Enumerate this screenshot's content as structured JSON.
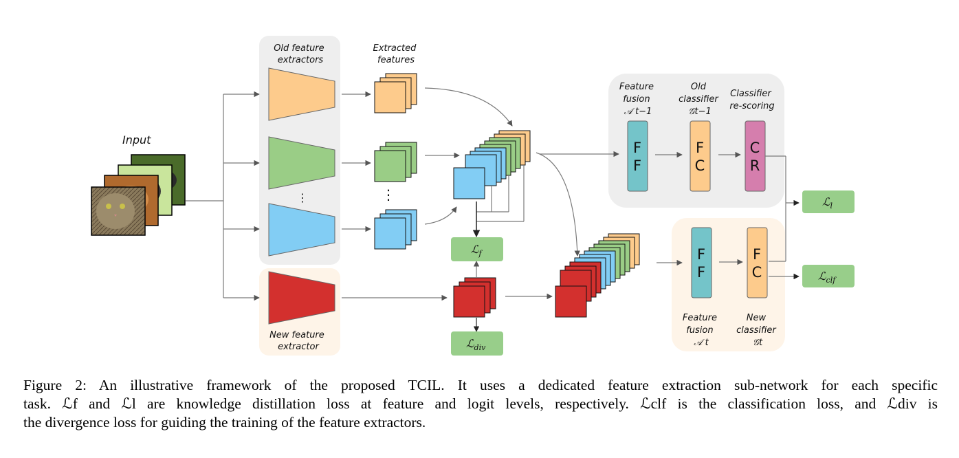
{
  "diagram": {
    "input_label": "Input",
    "old_extractors_label": [
      "Old feature",
      "extractors"
    ],
    "extracted_features_label": [
      "Extracted",
      "features"
    ],
    "new_extractor_label": [
      "New feature",
      "extractor"
    ],
    "ellipsis": "⋮",
    "old_branch": {
      "ff_label": [
        "Feature",
        "fusion",
        "𝒜 t−1"
      ],
      "fc_label": [
        "Old",
        "classifier",
        "𝒢t−1"
      ],
      "cr_label": [
        "Classifier",
        "re-scoring"
      ],
      "ff_block": [
        "F",
        "F"
      ],
      "fc_block": [
        "F",
        "C"
      ],
      "cr_block": [
        "C",
        "R"
      ]
    },
    "new_branch": {
      "ff_label": [
        "Feature",
        "fusion",
        "𝒜 t"
      ],
      "fc_label": [
        "New",
        "classifier",
        "𝒢t"
      ],
      "ff_block": [
        "F",
        "F"
      ],
      "fc_block": [
        "F",
        "C"
      ]
    },
    "losses": {
      "lf": {
        "main": "ℒ",
        "sub": "f"
      },
      "ldiv": {
        "main": "ℒ",
        "sub": "div"
      },
      "ll": {
        "main": "ℒ",
        "sub": "l"
      },
      "lclf": {
        "main": "ℒ",
        "sub": "clf"
      }
    },
    "colors": {
      "orange": "#FDCB8C",
      "green": "#9ACD86",
      "blue": "#82CDF4",
      "red": "#D3302E",
      "teal": "#74C4C9",
      "pink": "#D57EAD",
      "loss_green": "#98CE8A",
      "gray_panel": "#EEEEEE",
      "peach_panel": "#FEF4E8"
    }
  },
  "caption": {
    "line1": "Figure 2: An illustrative framework of the proposed TCIL. It uses a dedicated feature extraction sub-network for each specific",
    "line2": "task. ℒf and ℒl are knowledge distillation loss at feature and logit levels, respectively. ℒclf is the classification loss, and ℒdiv is",
    "line3": "the divergence loss for guiding the training of the feature extractors."
  }
}
